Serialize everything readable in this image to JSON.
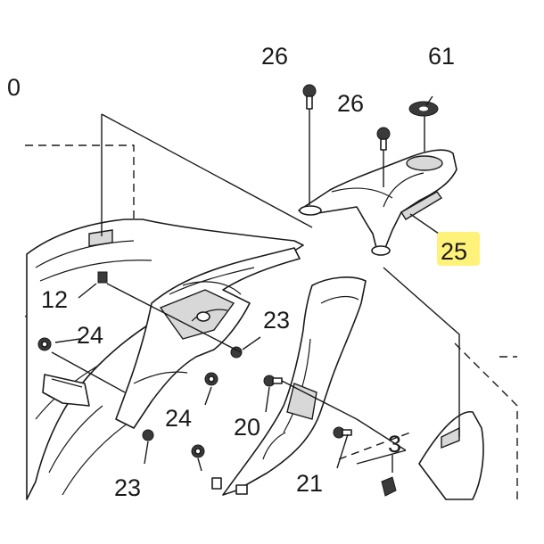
{
  "diagram": {
    "highlight_color": "#fff27a",
    "callouts": [
      {
        "id": "c26a",
        "label": "26"
      },
      {
        "id": "c61",
        "label": "61"
      },
      {
        "id": "c26b",
        "label": "26"
      },
      {
        "id": "c25",
        "label": "25",
        "highlighted": true
      },
      {
        "id": "c12",
        "label": "12"
      },
      {
        "id": "c24a",
        "label": "24"
      },
      {
        "id": "c23a",
        "label": "23"
      },
      {
        "id": "c24b",
        "label": "24"
      },
      {
        "id": "c20",
        "label": "20"
      },
      {
        "id": "c23b",
        "label": "23"
      },
      {
        "id": "c21",
        "label": "21"
      },
      {
        "id": "c3",
        "label": "3"
      },
      {
        "id": "c0",
        "label": "0"
      }
    ]
  }
}
